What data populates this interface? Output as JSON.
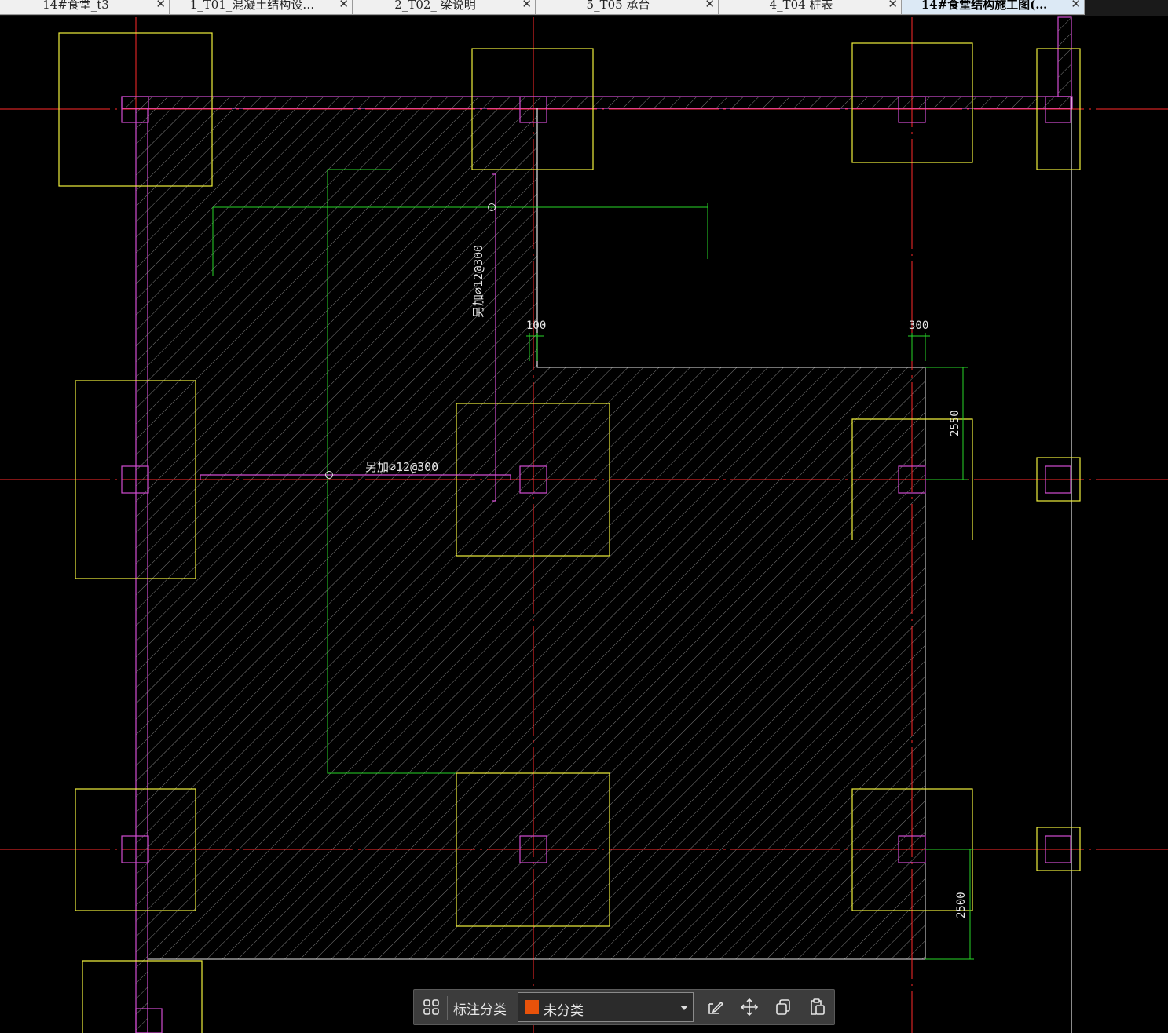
{
  "tabs": [
    {
      "label": "14#食堂_t3",
      "close": "✕",
      "active": false
    },
    {
      "label": "1_T01_混凝土结构设…",
      "close": "✕",
      "active": false
    },
    {
      "label": "2_T02_ 梁说明",
      "close": "✕",
      "active": false
    },
    {
      "label": "5_T05 承台",
      "close": "✕",
      "active": false
    },
    {
      "label": "4_T04 桩表",
      "close": "✕",
      "active": false
    },
    {
      "label": "14#食堂结构施工图(…",
      "close": "✕",
      "active": true
    }
  ],
  "drawing": {
    "annotations": {
      "rebar_vertical": "另加⌀12@300",
      "rebar_horizontal": "另加⌀12@300",
      "dim_100": "100",
      "dim_300": "300",
      "dim_2550": "2550",
      "dim_2500": "2500"
    },
    "colors": {
      "background": "#000000",
      "axis": "#ff2a2a",
      "pile_cap": "#f0f03c",
      "wall_and_column": "#d24cd2",
      "slab_edge": "#e6e6e6",
      "hatch": "#8c8c8c",
      "dimension": "#28d628"
    }
  },
  "toolbar": {
    "label": "标注分类",
    "category_value": "未分类",
    "category_color": "#e8520a",
    "icons": [
      "grid-icon",
      "edit-icon",
      "move-icon",
      "copy-icon",
      "paste-icon"
    ]
  }
}
